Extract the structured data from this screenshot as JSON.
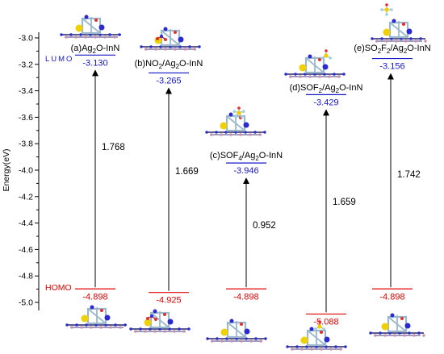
{
  "chart_data": {
    "type": "energy-level-diagram",
    "ylabel": "Energy(eV)",
    "ylim": [
      -5.0,
      -2.96
    ],
    "yticks": [
      "-3.0",
      "-3.2",
      "-3.4",
      "-3.6",
      "-3.8",
      "-4.0",
      "-4.2",
      "-4.4",
      "-4.6",
      "-4.8",
      "-5.0"
    ],
    "ytick_values": [
      -3.0,
      -3.2,
      -3.4,
      -3.6,
      -3.8,
      -4.0,
      -4.2,
      -4.4,
      -4.6,
      -4.8,
      -5.0
    ],
    "legend": {
      "lumo": "LUMO",
      "homo": "HOMO"
    },
    "colors": {
      "lumo": "#1515c8",
      "homo": "#e00000",
      "arrow": "#000000",
      "axis": "#000000"
    },
    "systems": [
      {
        "label": "(a)Ag2O-InN",
        "main": "(a)Ag",
        "sub1": "2",
        "tail": "O-InN",
        "lumo": -3.13,
        "homo": -4.898,
        "lumo_text": "-3.130",
        "homo_text": "-4.898",
        "gap_text": "1.768"
      },
      {
        "label": "(b)NO2/Ag2O-InN",
        "main": "(b)NO",
        "sub1": "2",
        "tail": "/Ag",
        "sub2": "2",
        "tail2": "O-InN",
        "lumo": -3.265,
        "homo": -4.925,
        "lumo_text": "-3.265",
        "homo_text": "-4.925",
        "gap_text": "1.669"
      },
      {
        "label": "(c)SOF4/Ag2O-InN",
        "main": "(c)SOF",
        "sub1": "4",
        "tail": "/Ag",
        "sub2": "2",
        "tail2": "O-InN",
        "lumo": -3.946,
        "homo": -4.898,
        "lumo_text": "-3.946",
        "homo_text": "-4.898",
        "gap_text": "0.952"
      },
      {
        "label": "(d)SOF2/Ag2O-InN",
        "main": "(d)SOF",
        "sub1": "2",
        "tail": "/Ag",
        "sub2": "2",
        "tail2": "O-InN",
        "lumo": -3.429,
        "homo": -5.088,
        "lumo_text": "-3.429",
        "homo_text": "-5.088",
        "gap_text": "1.659"
      },
      {
        "label": "(e)SO2F2/Ag2O-InN",
        "main": "(e)SO",
        "sub1": "2",
        "tail": "F",
        "sub2": "2",
        "tail2": "/Ag",
        "sub3": "2",
        "tail3": "O-InN",
        "lumo": -3.156,
        "homo": -4.898,
        "lumo_text": "-3.156",
        "homo_text": "-4.898",
        "gap_text": "1.742"
      }
    ]
  }
}
